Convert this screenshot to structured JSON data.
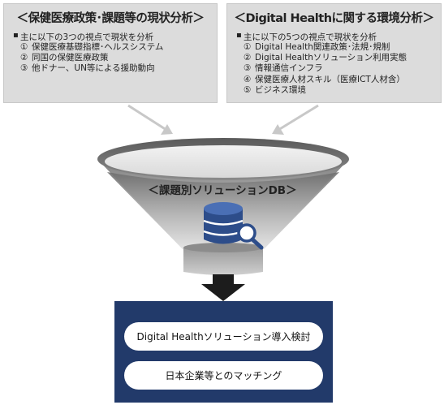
{
  "left_box": {
    "title": "＜保健医療政策･課題等の現状分析＞",
    "lead": "主に以下の3つの視点で現状を分析",
    "items": [
      {
        "num": "①",
        "text": "保健医療基礎指標･ヘルスシステム"
      },
      {
        "num": "②",
        "text": "同国の保健医療政策"
      },
      {
        "num": "③",
        "text": "他ドナー、UN等による援助動向"
      }
    ]
  },
  "right_box": {
    "title": "＜Digital Healthに関する環境分析＞",
    "lead": "主に以下の5つの視点で現状を分析",
    "items": [
      {
        "num": "①",
        "text": "Digital Health関連政策･法規･規制"
      },
      {
        "num": "②",
        "text": "Digital Healthソリューション利用実態"
      },
      {
        "num": "③",
        "text": "情報通信インフラ"
      },
      {
        "num": "④",
        "text": "保健医療人材スキル（医療ICT人材含）"
      },
      {
        "num": "⑤",
        "text": "ビジネス環境"
      }
    ]
  },
  "funnel": {
    "title": "＜課題別ソリューションDB＞",
    "icon": "database-search-icon"
  },
  "results": [
    "Digital Healthソリューション導入検討",
    "日本企業等とのマッチング"
  ],
  "colors": {
    "box_fill": "#dcdcdc",
    "panel_fill": "#223a6a",
    "funnel_dark": "#7a7a7a",
    "funnel_light": "#e8e8e8",
    "arrow_gray": "#c0c0c0"
  }
}
